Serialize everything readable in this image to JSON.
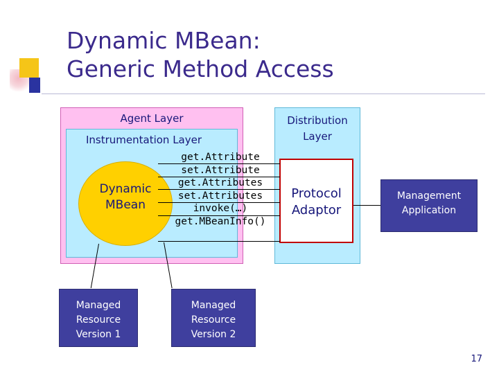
{
  "slide": {
    "title": "Dynamic MBean:\nGeneric Method Access",
    "page_number": "17"
  },
  "boxes": {
    "agent_layer": "Agent Layer",
    "instrumentation_layer": "Instrumentation Layer",
    "distribution_layer": "Distribution\nLayer",
    "dynamic_mbean": "Dynamic\nMBean",
    "protocol_adaptor": "Protocol\nAdaptor",
    "management_application": "Management\nApplication",
    "managed_resource_1": "Managed\nResource\nVersion 1",
    "managed_resource_2": "Managed\nResource\nVersion 2"
  },
  "methods": [
    "get.Attribute",
    "set.Attribute",
    "get.Attributes",
    "set.Attributes",
    "invoke(…)",
    "get.MBeanInfo()"
  ],
  "colors": {
    "title": "#3b2a8c",
    "agent_layer_fill": "#ffc0f0",
    "layer_fill": "#b9ecff",
    "mbean_fill": "#ffd000",
    "dark_box_fill": "#3f3f9e",
    "adaptor_border": "#c00000"
  }
}
